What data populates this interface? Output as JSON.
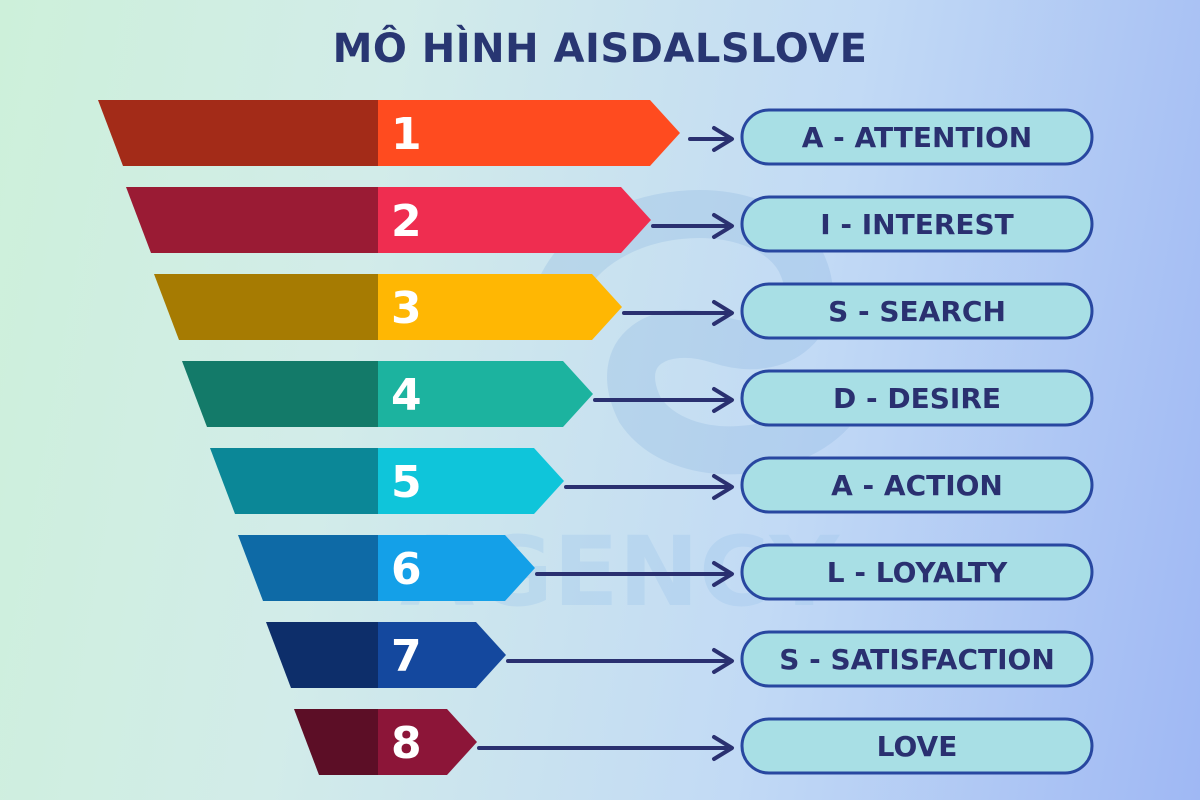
{
  "title": "MÔ HÌNH AISDALSLOVE",
  "watermark": {
    "brand_text": "AGENCY",
    "logo_icon": "agency-s-logo-icon"
  },
  "colors": {
    "title": "#283672",
    "pill_fill": "#a8dfe5",
    "pill_border": "#2847a0",
    "arrow": "#2a3070",
    "label": "#2a3070"
  },
  "stages": [
    {
      "number": "1",
      "label": "A - ATTENTION",
      "dark": "#a32b18",
      "light": "#ff4b1f"
    },
    {
      "number": "2",
      "label": "I - INTEREST",
      "dark": "#9a1b34",
      "light": "#ef2d50"
    },
    {
      "number": "3",
      "label": "S - SEARCH",
      "dark": "#a67b02",
      "light": "#ffb703"
    },
    {
      "number": "4",
      "label": "D - DESIRE",
      "dark": "#137a69",
      "light": "#1cb39f"
    },
    {
      "number": "5",
      "label": "A - ACTION",
      "dark": "#0b8797",
      "light": "#0fc5da"
    },
    {
      "number": "6",
      "label": "L - LOYALTY",
      "dark": "#0e6aa6",
      "light": "#14a0e8"
    },
    {
      "number": "7",
      "label": "S - SATISFACTION",
      "dark": "#0d2e6a",
      "light": "#14489e"
    },
    {
      "number": "8",
      "label": "LOVE",
      "dark": "#5c0e26",
      "light": "#8c1538"
    }
  ]
}
